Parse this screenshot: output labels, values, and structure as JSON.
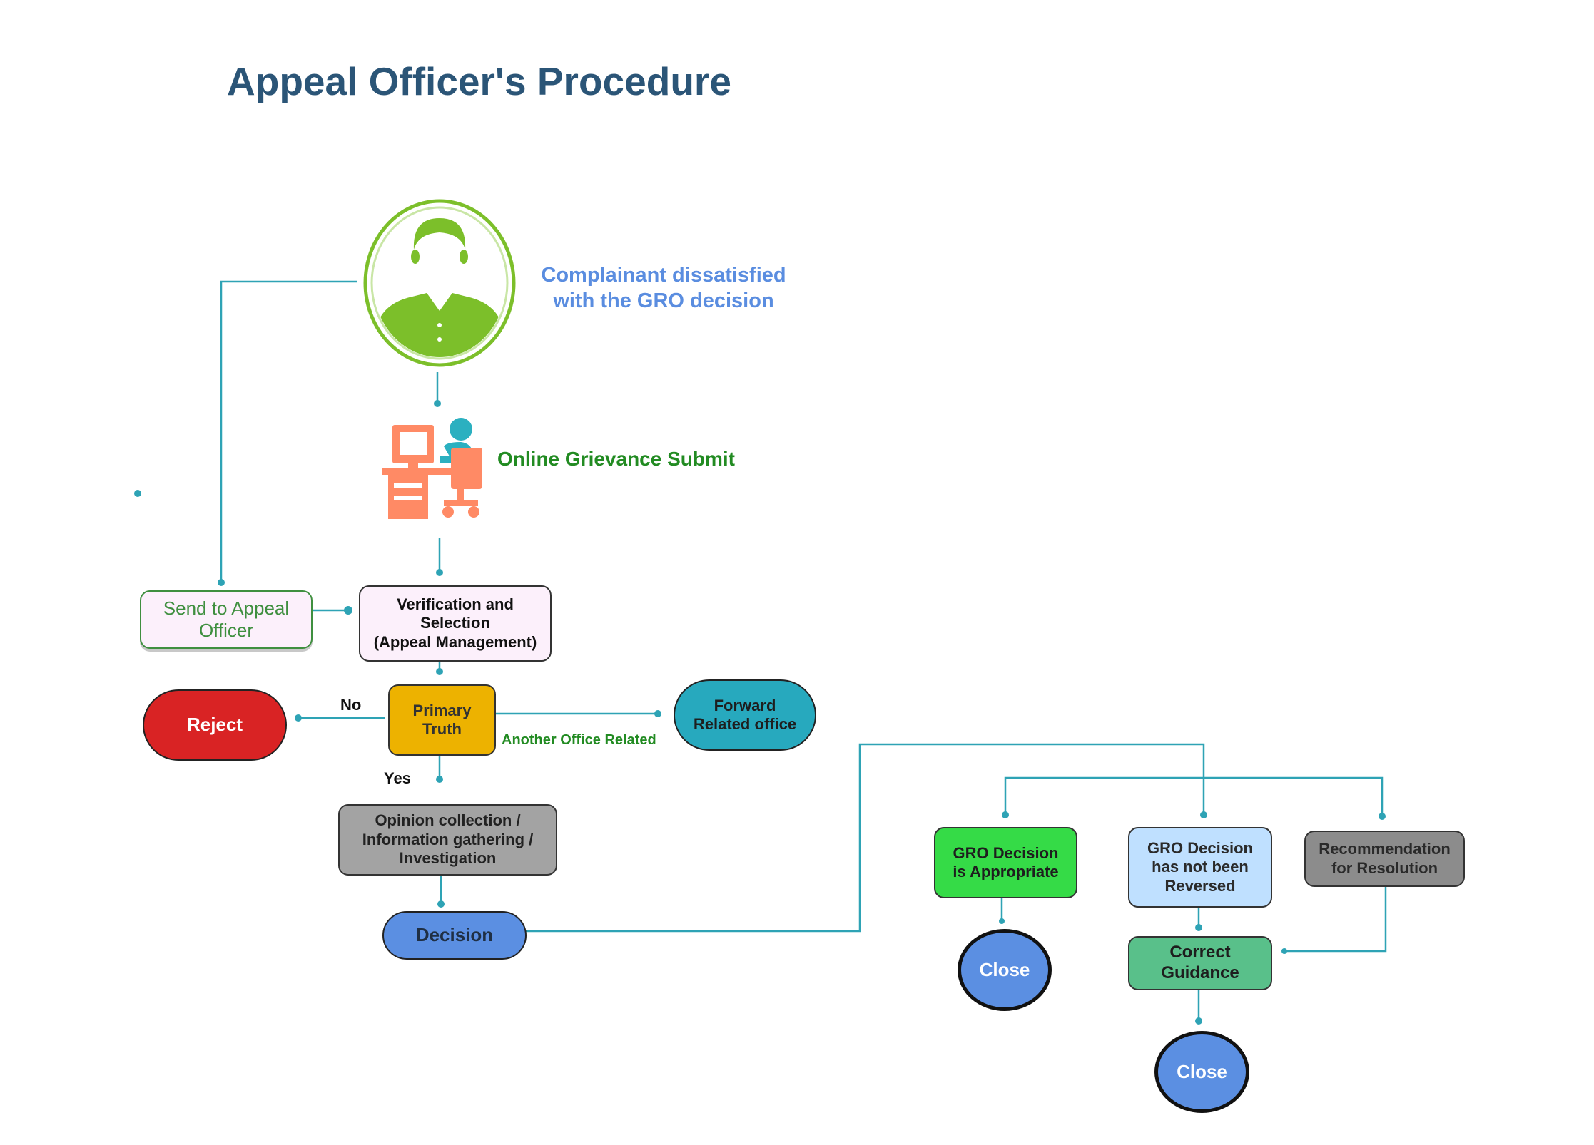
{
  "title": "Appeal Officer's Procedure",
  "colors": {
    "title": "#2b5577",
    "line": "#2ea3b5",
    "complainant_text": "#5a8de0",
    "online_text": "#228b22",
    "send_text": "#3f8f3f",
    "avatar_green": "#7cbf2a",
    "computer_orange": "#ff8a65",
    "person_teal": "#2bb0c0",
    "reject": "#d92324",
    "primary_truth": "#edb200",
    "forward": "#27a9be",
    "opinion": "#a3a3a3",
    "decision": "#5b8fe2",
    "gro_appropriate": "#35db47",
    "gro_not_reversed": "#bfe0ff",
    "recommendation": "#8c8c8c",
    "correct_guidance": "#59c08a",
    "close": "#5b8fe2"
  },
  "icons": {
    "complainant": "user-avatar-icon",
    "online_submit": "person-at-computer-icon"
  },
  "labels": {
    "complainant": "Complainant  dissatisfied\nwith the GRO decision",
    "online_submit": "Online Grievance Submit",
    "no": "No",
    "yes": "Yes",
    "another_office": "Another Office Related"
  },
  "nodes": {
    "send_to_appeal": "Send to Appeal\nOfficer",
    "verification": "Verification and\nSelection\n(Appeal Management)",
    "reject": "Reject",
    "primary_truth": "Primary\nTruth",
    "forward": "Forward\nRelated office",
    "opinion": "Opinion collection /\nInformation gathering /\nInvestigation",
    "decision": "Decision",
    "gro_appropriate": "GRO Decision\nis Appropriate",
    "gro_not_reversed": "GRO Decision\nhas not been\nReversed",
    "recommendation": "Recommendation\nfor Resolution",
    "correct_guidance": "Correct\nGuidance",
    "close_1": "Close",
    "close_2": "Close"
  }
}
